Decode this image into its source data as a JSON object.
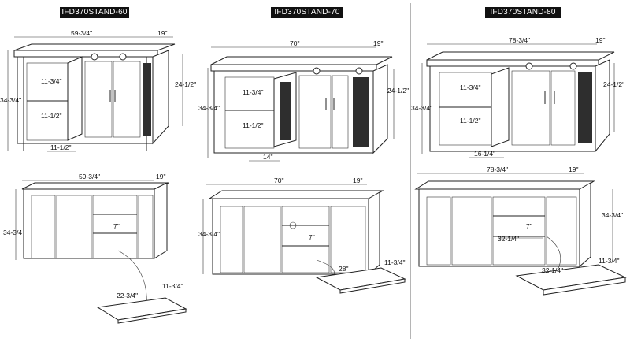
{
  "panels": [
    {
      "title": "IFD370STAND-60",
      "top": {
        "width": "59-3/4\"",
        "depth": "19\"",
        "height_left": "34-3/4\"",
        "height_right": "24-1/2\"",
        "shelf_upper": "11-3/4\"",
        "shelf_lower": "11-1/2\"",
        "opening": "11-1/2\""
      },
      "bottom": {
        "width": "59-3/4\"",
        "depth": "19\"",
        "height": "34-3/4",
        "shelf_gap": "7\"",
        "board_width": "22-3/4\"",
        "board_depth": "11-3/4\""
      }
    },
    {
      "title": "IFD370STAND-70",
      "top": {
        "width": "70\"",
        "depth": "19\"",
        "height_left": "34-3/4\"",
        "height_right": "24-1/2\"",
        "shelf_upper": "11-3/4\"",
        "shelf_lower": "11-1/2\"",
        "opening": "14\""
      },
      "bottom": {
        "width": "70\"",
        "depth": "19\"",
        "height": "34-3/4\"",
        "shelf_gap": "7\"",
        "board_width": "28\"",
        "board_depth": "11-3/4\""
      }
    },
    {
      "title": "IFD370STAND-80",
      "top": {
        "width": "78-3/4\"",
        "depth": "19\"",
        "height_left": "34-3/4\"",
        "height_right": "24-1/2\"",
        "shelf_upper": "11-3/4\"",
        "shelf_lower": "11-1/2\"",
        "opening": "16-1/4\""
      },
      "bottom": {
        "width": "78-3/4\"",
        "depth": "19\"",
        "height": "34-3/4\"",
        "shelf_gap": "7\"",
        "board_width": "32-1/4\"",
        "board_depth": "11-3/4\""
      }
    }
  ]
}
